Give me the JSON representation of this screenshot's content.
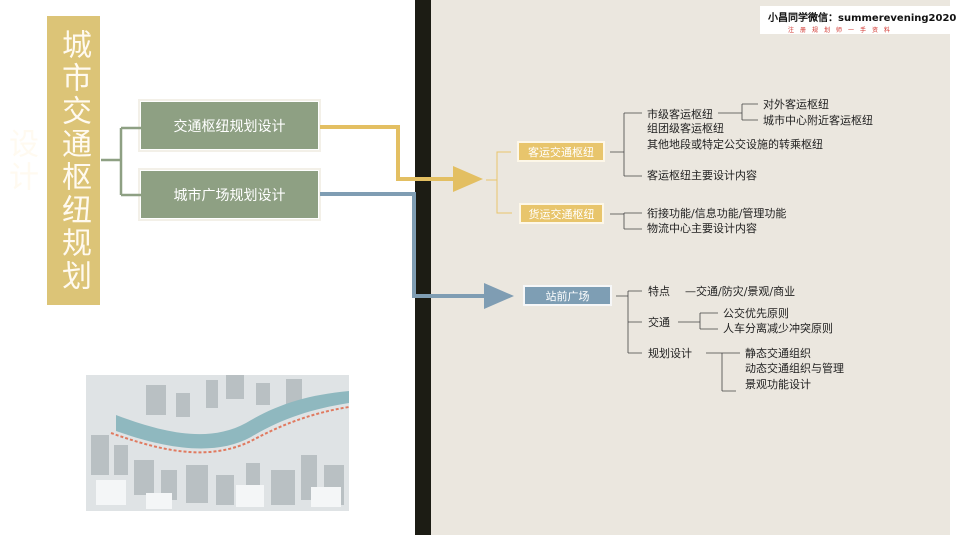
{
  "title": "城市交通枢纽规划设计",
  "watermark": {
    "line1": "小昌同学微信：summerevening2020",
    "line2": "注册规划师一手资料"
  },
  "left_boxes": {
    "hub": "交通枢纽规划设计",
    "plaza": "城市广场规划设计"
  },
  "colors": {
    "title_bg": "#dcc477",
    "green_box": "#8ea083",
    "yellow_arrow": "#e3bf62",
    "blue_arrow": "#7f9db3",
    "divider": "#1c1c14",
    "right_bg": "#ebe7df"
  },
  "tree": {
    "passenger": {
      "label": "客运交通枢纽",
      "city_level": "市级客运枢纽",
      "external": "对外客运枢纽",
      "downtown": "城市中心附近客运枢纽",
      "group_level": "组团级客运枢纽",
      "transfer": "其他地段或特定公交设施的转乘枢纽",
      "main_content": "客运枢纽主要设计内容"
    },
    "freight": {
      "label": "货运交通枢纽",
      "functions": "衔接功能/信息功能/管理功能",
      "logistics": "物流中心主要设计内容"
    },
    "station": {
      "label": "站前广场",
      "features_label": "特点",
      "features": "—交通/防灾/景观/商业",
      "traffic_label": "交通",
      "traffic_1": "公交优先原则",
      "traffic_2": "人车分离减少冲突原则",
      "design_label": "规划设计",
      "design_1": "静态交通组织",
      "design_2": "动态交通组织与管理",
      "design_3": "景观功能设计"
    }
  },
  "photo_icon": "aerial-city-river-photo"
}
